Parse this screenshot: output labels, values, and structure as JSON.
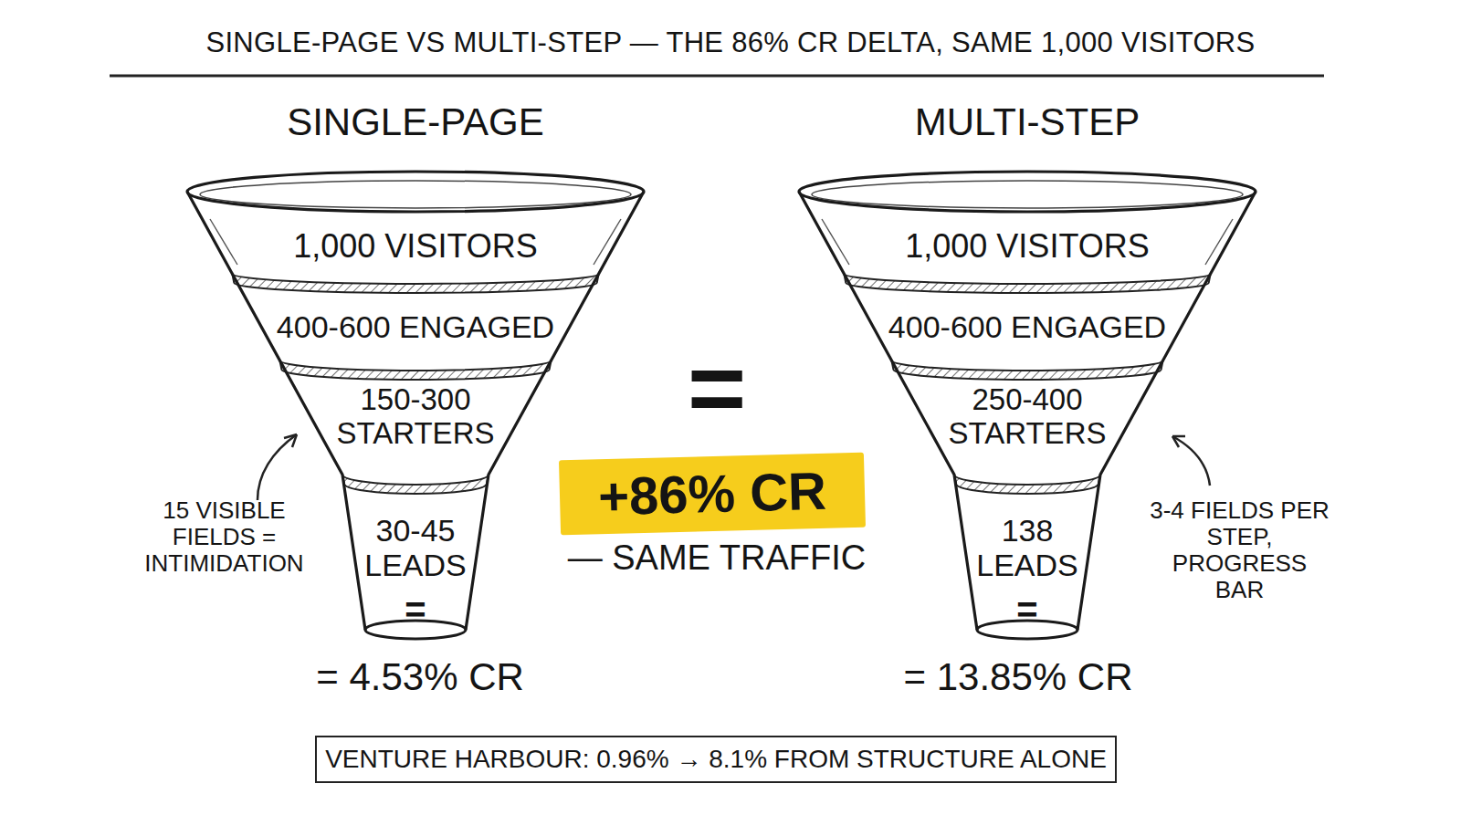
{
  "diagram": {
    "title": "SINGLE-PAGE VS MULTI-STEP — THE 86% CR DELTA, SAME 1,000 VISITORS",
    "nodes": [
      {
        "text": [
          "SINGLE-PAGE"
        ]
      },
      {
        "text": [
          "1,000 VISITORS"
        ],
        "in": 0
      },
      {
        "text": [
          "400-600 ENGAGED"
        ],
        "in": 0
      },
      {
        "text": [
          "150-300 STARTERS"
        ],
        "in": 0
      },
      {
        "text": [
          "30-45 LEADS",
          "="
        ],
        "in": 0
      },
      {
        "text": [
          "MULTI-STEP"
        ]
      },
      {
        "text": [
          "1,000 VISITORS"
        ],
        "in": 5
      },
      {
        "text": [
          "400-600 ENGAGED"
        ],
        "in": 5
      },
      {
        "text": [
          "250-400 STARTERS"
        ],
        "in": 5
      },
      {
        "text": [
          "138 LEADS",
          "="
        ],
        "in": 5
      },
      {
        "text": [
          "+86% CR"
        ]
      },
      {
        "text": [
          "VENTURE HARBOUR: 0.96% → 8.1% FROM STRUCTURE ALONE"
        ]
      }
    ],
    "edges": [],
    "labels": [
      "=",
      "— SAME TRAFFIC",
      "15 VISIBLE FIELDS = INTIMIDATION",
      "= 4.53% CR",
      "3-4 FIELDS PER STEP, PROGRESS BAR",
      "= 13.85% CR"
    ]
  }
}
